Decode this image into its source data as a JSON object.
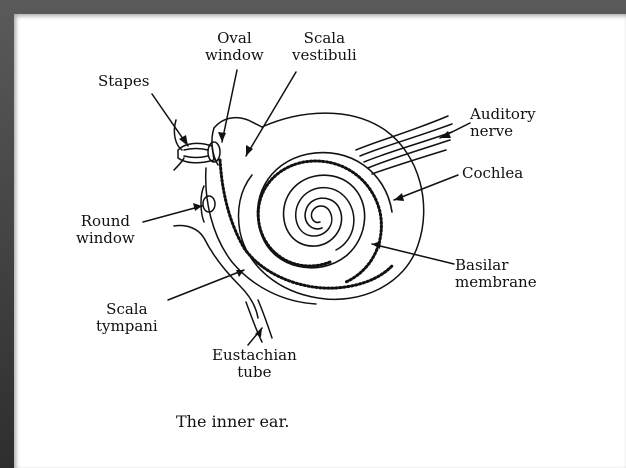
{
  "labels": {
    "oval_window": [
      "Oval",
      "window"
    ],
    "scala_vestibuli": [
      "Scala",
      "vestibuli"
    ],
    "stapes": "Stapes",
    "auditory_nerve": [
      "Auditory",
      "nerve"
    ],
    "cochlea": "Cochlea",
    "round_window": [
      "Round",
      "window"
    ],
    "basilar_membrane": [
      "Basilar",
      "membrane"
    ],
    "scala_tympani": [
      "Scala",
      "tympani"
    ],
    "eustachian_tube": [
      "Eustachian",
      "tube"
    ]
  },
  "caption": "The inner ear.",
  "colors": {
    "ink": "#111111",
    "paper": "#ffffff",
    "frame": "#3a3a3a"
  }
}
